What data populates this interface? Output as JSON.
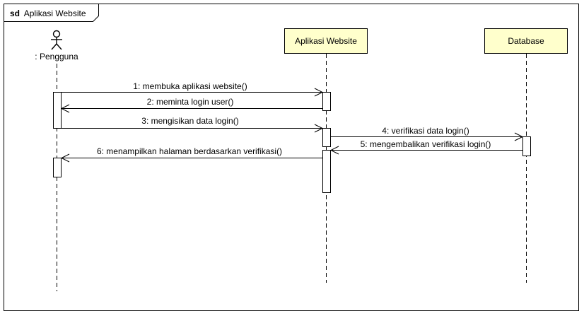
{
  "frame": {
    "keyword": "sd",
    "name": "Aplikasi Website"
  },
  "lifelines": [
    {
      "kind": "actor",
      "label": ": Pengguna",
      "icon": "stick-figure-icon"
    },
    {
      "kind": "object",
      "label": "Aplikasi Website"
    },
    {
      "kind": "object",
      "label": "Database"
    }
  ],
  "messages": [
    {
      "label": "1: membuka aplikasi website()",
      "from": 0,
      "to": 1,
      "kind": "call"
    },
    {
      "label": "2: meminta login user()",
      "from": 1,
      "to": 0,
      "kind": "call"
    },
    {
      "label": "3: mengisikan data login()",
      "from": 0,
      "to": 1,
      "kind": "call"
    },
    {
      "label": "4: verifikasi data login()",
      "from": 1,
      "to": 2,
      "kind": "call"
    },
    {
      "label": "5: mengembalikan verifikasi login()",
      "from": 2,
      "to": 1,
      "kind": "call"
    },
    {
      "label": "6: menampilkan halaman berdasarkan verifikasi()",
      "from": 1,
      "to": 0,
      "kind": "call"
    }
  ],
  "colors": {
    "object_fill": "#FFFFCC",
    "line": "#000000",
    "background": "#FFFFFF"
  }
}
